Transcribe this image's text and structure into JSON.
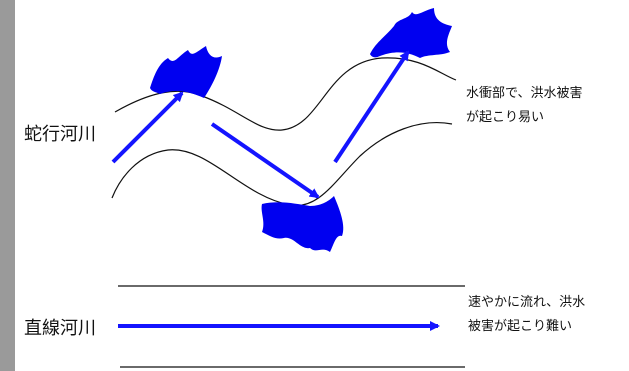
{
  "labels": {
    "meander": "蛇行河川",
    "straight": "直線河川"
  },
  "notes": {
    "meander_line1": "水衝部で、洪水被害",
    "meander_line2": "が起こり易い",
    "straight_line1": "速やかに流れ、洪水",
    "straight_line2": "被害が起こり難い"
  },
  "colors": {
    "arrow": "#1414ff",
    "erosion": "#0000f0",
    "bank_line": "#111111",
    "panel": "#ffffff",
    "frame": "#9a9a9a"
  }
}
